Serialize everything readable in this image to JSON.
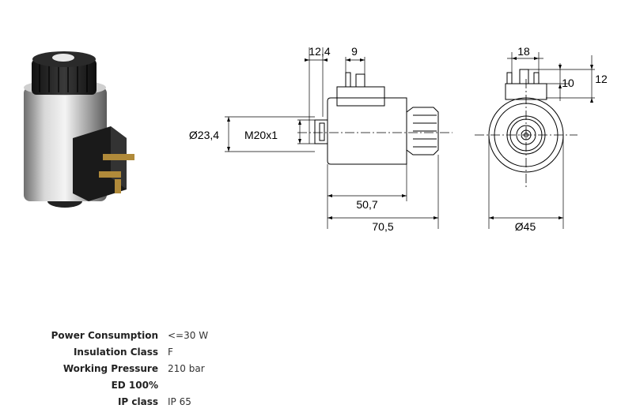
{
  "photo": {
    "name": "solenoid-coil-photo"
  },
  "drawing": {
    "side_view": {
      "dim_12_4": "12,4",
      "dim_9": "9",
      "dim_diameter": "Ø23,4",
      "dim_thread": "M20x1",
      "dim_50_7": "50,7",
      "dim_70_5": "70,5"
    },
    "end_view": {
      "dim_18": "18",
      "dim_10": "10",
      "dim_12": "12",
      "dim_diameter": "Ø45"
    }
  },
  "specs": [
    {
      "label": "Power Consumption",
      "value": "<=30 W"
    },
    {
      "label": "Insulation Class",
      "value": "F"
    },
    {
      "label": "Working Pressure",
      "value": "210 bar"
    },
    {
      "label": "ED 100%",
      "value": ""
    },
    {
      "label": "IP class",
      "value": "IP 65"
    }
  ]
}
